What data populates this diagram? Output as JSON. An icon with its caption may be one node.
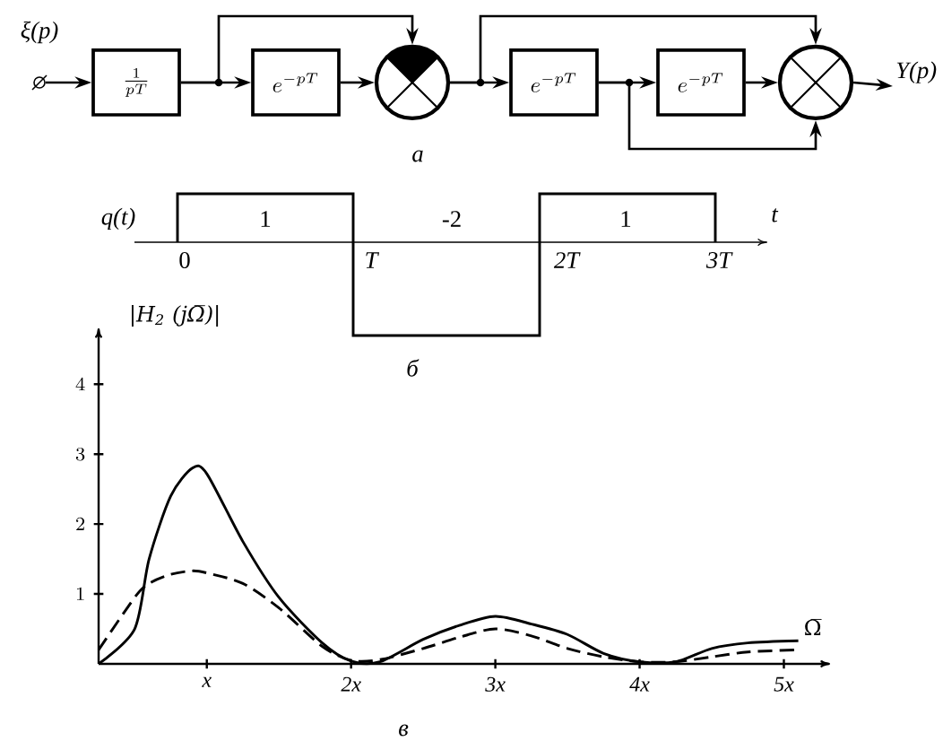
{
  "diagram": {
    "nodes": [
      {
        "text": [],
        "shape": "circle",
        "beside": [
          "ξ(p)"
        ]
      },
      {
        "text": [
          "\\frac{1}{pT}"
        ]
      },
      {
        "text": [
          "e^{-pT}"
        ]
      },
      {
        "text": [],
        "shape": "circle"
      },
      {
        "text": [
          "e^{-pT}"
        ]
      },
      {
        "text": [
          "e^{-pT}"
        ]
      },
      {
        "text": [],
        "shape": "circle"
      },
      {
        "text": [
          "Y(p)"
        ]
      }
    ],
    "edges": [
      {
        "from": 0,
        "to": 1,
        "arrow": "to"
      },
      {
        "from": 1,
        "to": 2,
        "arrow": "to"
      },
      {
        "from": 1,
        "to": 3,
        "arrow": "to"
      },
      {
        "from": 2,
        "to": 3,
        "arrow": "to"
      },
      {
        "from": 3,
        "to": 4,
        "arrow": "to"
      },
      {
        "from": 3,
        "to": 6,
        "arrow": "to"
      },
      {
        "from": 4,
        "to": 5,
        "arrow": "to"
      },
      {
        "from": 4,
        "to": 6,
        "arrow": "to"
      },
      {
        "from": 5,
        "to": 6,
        "arrow": "to"
      },
      {
        "from": 6,
        "to": 7,
        "arrow": "to"
      }
    ],
    "labels": [
      "а",
      "q(t)",
      "1",
      "-2",
      "1",
      "t",
      "0",
      "T",
      "2T",
      "3T",
      "б",
      "в"
    ],
    "chart_data": {
      "type": "line",
      "xlabel": "Ω̅",
      "ylabel": "|H$_{2}$ (jΩ̅)|",
      "x": [
        0.25,
        0.5,
        0.6,
        0.75,
        0.9,
        1.0,
        1.25,
        1.5,
        1.8,
        2.0,
        2.2,
        2.5,
        2.75,
        3.0,
        3.25,
        3.5,
        3.75,
        4.0,
        4.25,
        4.5,
        4.75,
        5.1
      ],
      "series": [
        {
          "color": "#000000",
          "values": [
            0,
            0.5,
            1.5,
            2.4,
            2.8,
            2.72,
            1.75,
            0.95,
            0.3,
            0.04,
            0.03,
            0.35,
            0.55,
            0.68,
            0.57,
            0.42,
            0.15,
            0.03,
            0.03,
            0.22,
            0.3,
            0.33
          ]
        },
        {
          "color": "#000000",
          "line_style": "dashed",
          "values": [
            0.2,
            0.95,
            1.15,
            1.28,
            1.33,
            1.3,
            1.15,
            0.8,
            0.25,
            0.05,
            0.06,
            0.22,
            0.38,
            0.5,
            0.4,
            0.22,
            0.1,
            0.03,
            0.03,
            0.1,
            0.17,
            0.2
          ]
        }
      ],
      "xlim": [
        0.25,
        5.32
      ],
      "ylim": [
        0,
        4.8
      ],
      "xticks": [
        {
          "value": 1,
          "label": "x"
        },
        {
          "value": 2,
          "label": "2x"
        },
        {
          "value": 3,
          "label": "3x"
        },
        {
          "value": 4,
          "label": "4x"
        },
        {
          "value": 5,
          "label": "5x"
        }
      ],
      "yticks": [
        1,
        2,
        3,
        4
      ]
    }
  }
}
